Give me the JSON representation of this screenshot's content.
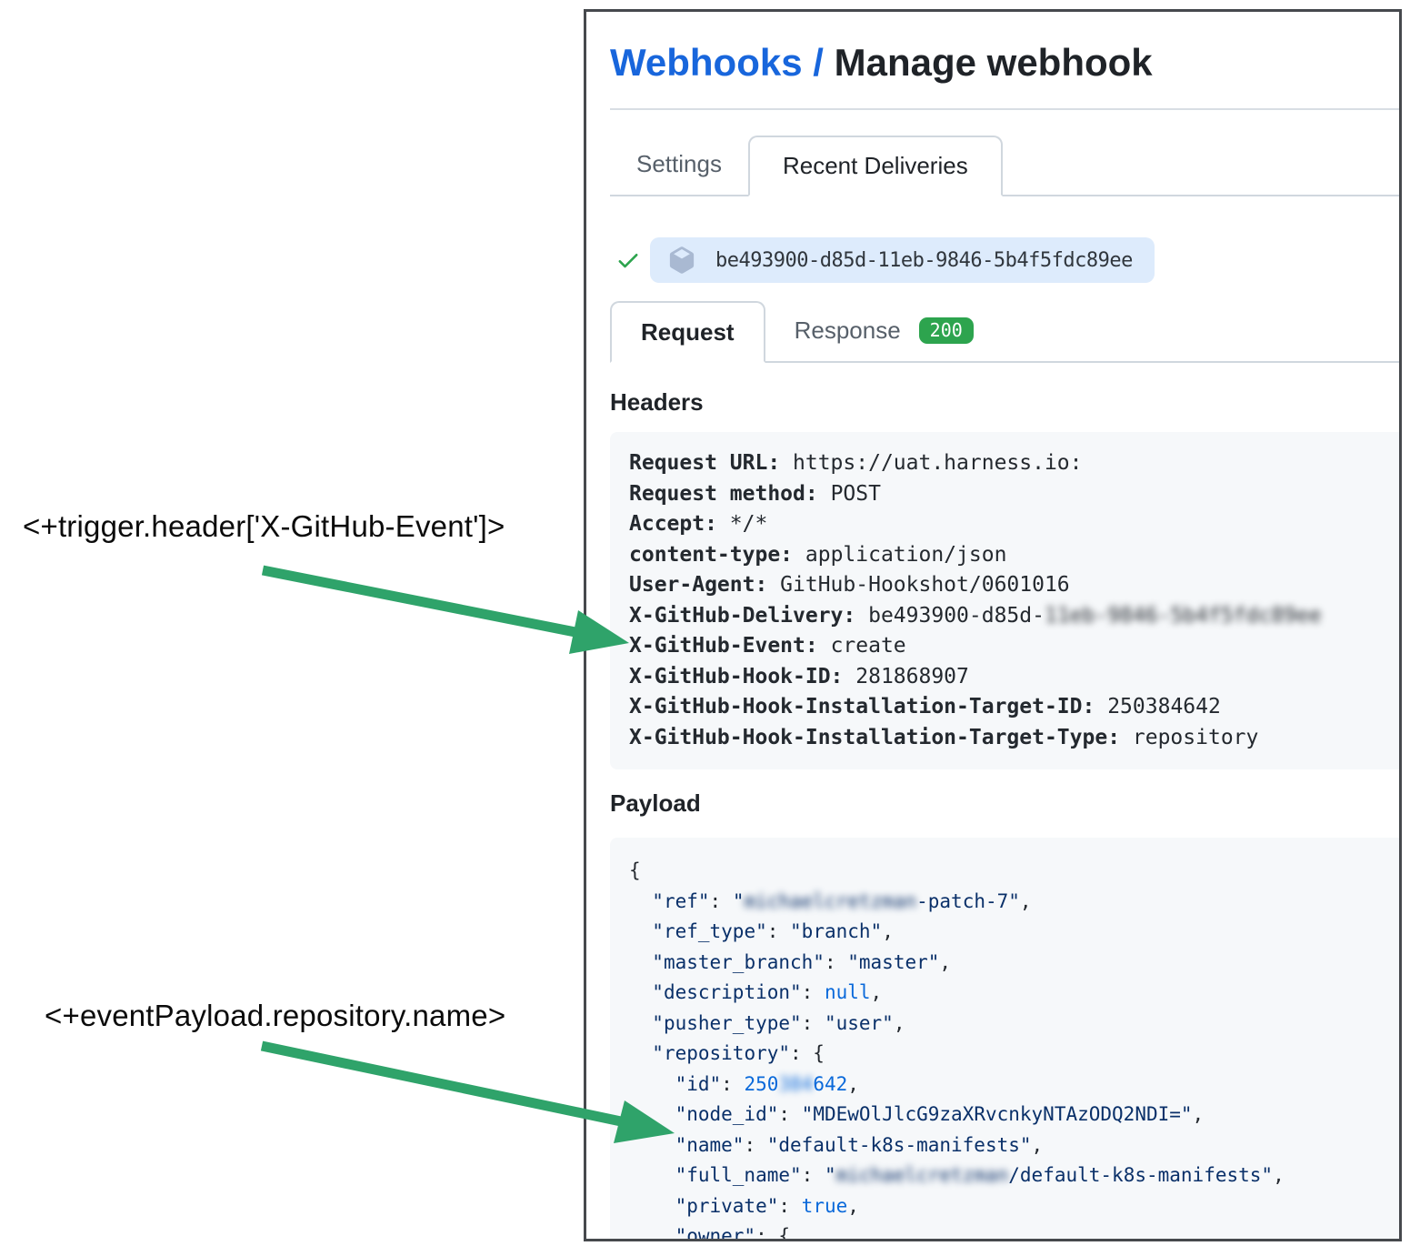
{
  "annotations": {
    "trigger_expression": "<+trigger.header['X-GitHub-Event']>",
    "payload_expression": "<+eventPayload.repository.name>",
    "arrow_color": "#2fa36a"
  },
  "header": {
    "breadcrumb_link": "Webhooks",
    "divider": "/",
    "title": "Manage webhook"
  },
  "tabs": {
    "settings": "Settings",
    "recent_deliveries": "Recent Deliveries"
  },
  "delivery": {
    "guid": "be493900-d85d-11eb-9846-5b4f5fdc89ee",
    "status_icon": "check-icon",
    "type_icon": "package-icon"
  },
  "subtabs": {
    "request": "Request",
    "response": "Response",
    "status_code": "200"
  },
  "colors": {
    "link_blue": "#1866dc",
    "check_green": "#2da44e",
    "badge_green": "#2da44e",
    "arrow_green": "#2fa36a",
    "pill_blue": "#ddebfc",
    "code_bg": "#f6f8fa",
    "json_string": "#0a3069",
    "json_literal": "#0a69da"
  },
  "headers_section": {
    "title": "Headers",
    "rows": [
      {
        "key": "Request URL:",
        "tokens": [
          {
            "t": "https://uat.harness.io:",
            "s": "v"
          }
        ]
      },
      {
        "key": "Request method:",
        "tokens": [
          {
            "t": "POST",
            "s": "v"
          }
        ]
      },
      {
        "key": "Accept:",
        "tokens": [
          {
            "t": "*/*",
            "s": "v"
          }
        ]
      },
      {
        "key": "content-type:",
        "tokens": [
          {
            "t": "application/json",
            "s": "v"
          }
        ]
      },
      {
        "key": "User-Agent:",
        "tokens": [
          {
            "t": "GitHub-Hookshot/0601016",
            "s": "v"
          }
        ]
      },
      {
        "key": "X-GitHub-Delivery:",
        "tokens": [
          {
            "t": "be493900-d85d-",
            "s": "v"
          },
          {
            "t": "11eb-9846-5b4f5fdc89ee",
            "s": "vr"
          }
        ]
      },
      {
        "key": "X-GitHub-Event:",
        "tokens": [
          {
            "t": "create",
            "s": "v"
          }
        ]
      },
      {
        "key": "X-GitHub-Hook-ID:",
        "tokens": [
          {
            "t": "281868907",
            "s": "v"
          }
        ]
      },
      {
        "key": "X-GitHub-Hook-Installation-Target-ID:",
        "tokens": [
          {
            "t": "250384642",
            "s": "v"
          }
        ]
      },
      {
        "key": "X-GitHub-Hook-Installation-Target-Type:",
        "tokens": [
          {
            "t": "repository",
            "s": "v"
          }
        ]
      }
    ]
  },
  "payload_section": {
    "title": "Payload",
    "lines": [
      [
        {
          "t": "{",
          "s": "p"
        }
      ],
      [
        {
          "t": "  ",
          "s": "p"
        },
        {
          "t": "\"ref\"",
          "s": "k"
        },
        {
          "t": ": ",
          "s": "p"
        },
        {
          "t": "\"",
          "s": "k"
        },
        {
          "t": "michaelcretzman",
          "s": "kr"
        },
        {
          "t": "-patch-7\"",
          "s": "k"
        },
        {
          "t": ",",
          "s": "p"
        }
      ],
      [
        {
          "t": "  ",
          "s": "p"
        },
        {
          "t": "\"ref_type\"",
          "s": "k"
        },
        {
          "t": ": ",
          "s": "p"
        },
        {
          "t": "\"branch\"",
          "s": "k"
        },
        {
          "t": ",",
          "s": "p"
        }
      ],
      [
        {
          "t": "  ",
          "s": "p"
        },
        {
          "t": "\"master_branch\"",
          "s": "k"
        },
        {
          "t": ": ",
          "s": "p"
        },
        {
          "t": "\"master\"",
          "s": "k"
        },
        {
          "t": ",",
          "s": "p"
        }
      ],
      [
        {
          "t": "  ",
          "s": "p"
        },
        {
          "t": "\"description\"",
          "s": "k"
        },
        {
          "t": ": ",
          "s": "p"
        },
        {
          "t": "null",
          "s": "l"
        },
        {
          "t": ",",
          "s": "p"
        }
      ],
      [
        {
          "t": "  ",
          "s": "p"
        },
        {
          "t": "\"pusher_type\"",
          "s": "k"
        },
        {
          "t": ": ",
          "s": "p"
        },
        {
          "t": "\"user\"",
          "s": "k"
        },
        {
          "t": ",",
          "s": "p"
        }
      ],
      [
        {
          "t": "  ",
          "s": "p"
        },
        {
          "t": "\"repository\"",
          "s": "k"
        },
        {
          "t": ": {",
          "s": "p"
        }
      ],
      [
        {
          "t": "    ",
          "s": "p"
        },
        {
          "t": "\"id\"",
          "s": "k"
        },
        {
          "t": ": ",
          "s": "p"
        },
        {
          "t": "250",
          "s": "l"
        },
        {
          "t": "384",
          "s": "lr"
        },
        {
          "t": "642",
          "s": "l"
        },
        {
          "t": ",",
          "s": "p"
        }
      ],
      [
        {
          "t": "    ",
          "s": "p"
        },
        {
          "t": "\"node_id\"",
          "s": "k"
        },
        {
          "t": ": ",
          "s": "p"
        },
        {
          "t": "\"MDEwOlJlcG9zaXRvcnkyNTAzODQ2NDI=\"",
          "s": "k"
        },
        {
          "t": ",",
          "s": "p"
        }
      ],
      [
        {
          "t": "    ",
          "s": "p"
        },
        {
          "t": "\"name\"",
          "s": "k"
        },
        {
          "t": ": ",
          "s": "p"
        },
        {
          "t": "\"default-k8s-manifests\"",
          "s": "k"
        },
        {
          "t": ",",
          "s": "p"
        }
      ],
      [
        {
          "t": "    ",
          "s": "p"
        },
        {
          "t": "\"full_name\"",
          "s": "k"
        },
        {
          "t": ": ",
          "s": "p"
        },
        {
          "t": "\"",
          "s": "k"
        },
        {
          "t": "michaelcretzman",
          "s": "kr"
        },
        {
          "t": "/default-k8s-manifests\"",
          "s": "k"
        },
        {
          "t": ",",
          "s": "p"
        }
      ],
      [
        {
          "t": "    ",
          "s": "p"
        },
        {
          "t": "\"private\"",
          "s": "k"
        },
        {
          "t": ": ",
          "s": "p"
        },
        {
          "t": "true",
          "s": "l"
        },
        {
          "t": ",",
          "s": "p"
        }
      ],
      [
        {
          "t": "    ",
          "s": "p"
        },
        {
          "t": "\"owner\"",
          "s": "k"
        },
        {
          "t": ": {",
          "s": "p"
        }
      ]
    ]
  }
}
